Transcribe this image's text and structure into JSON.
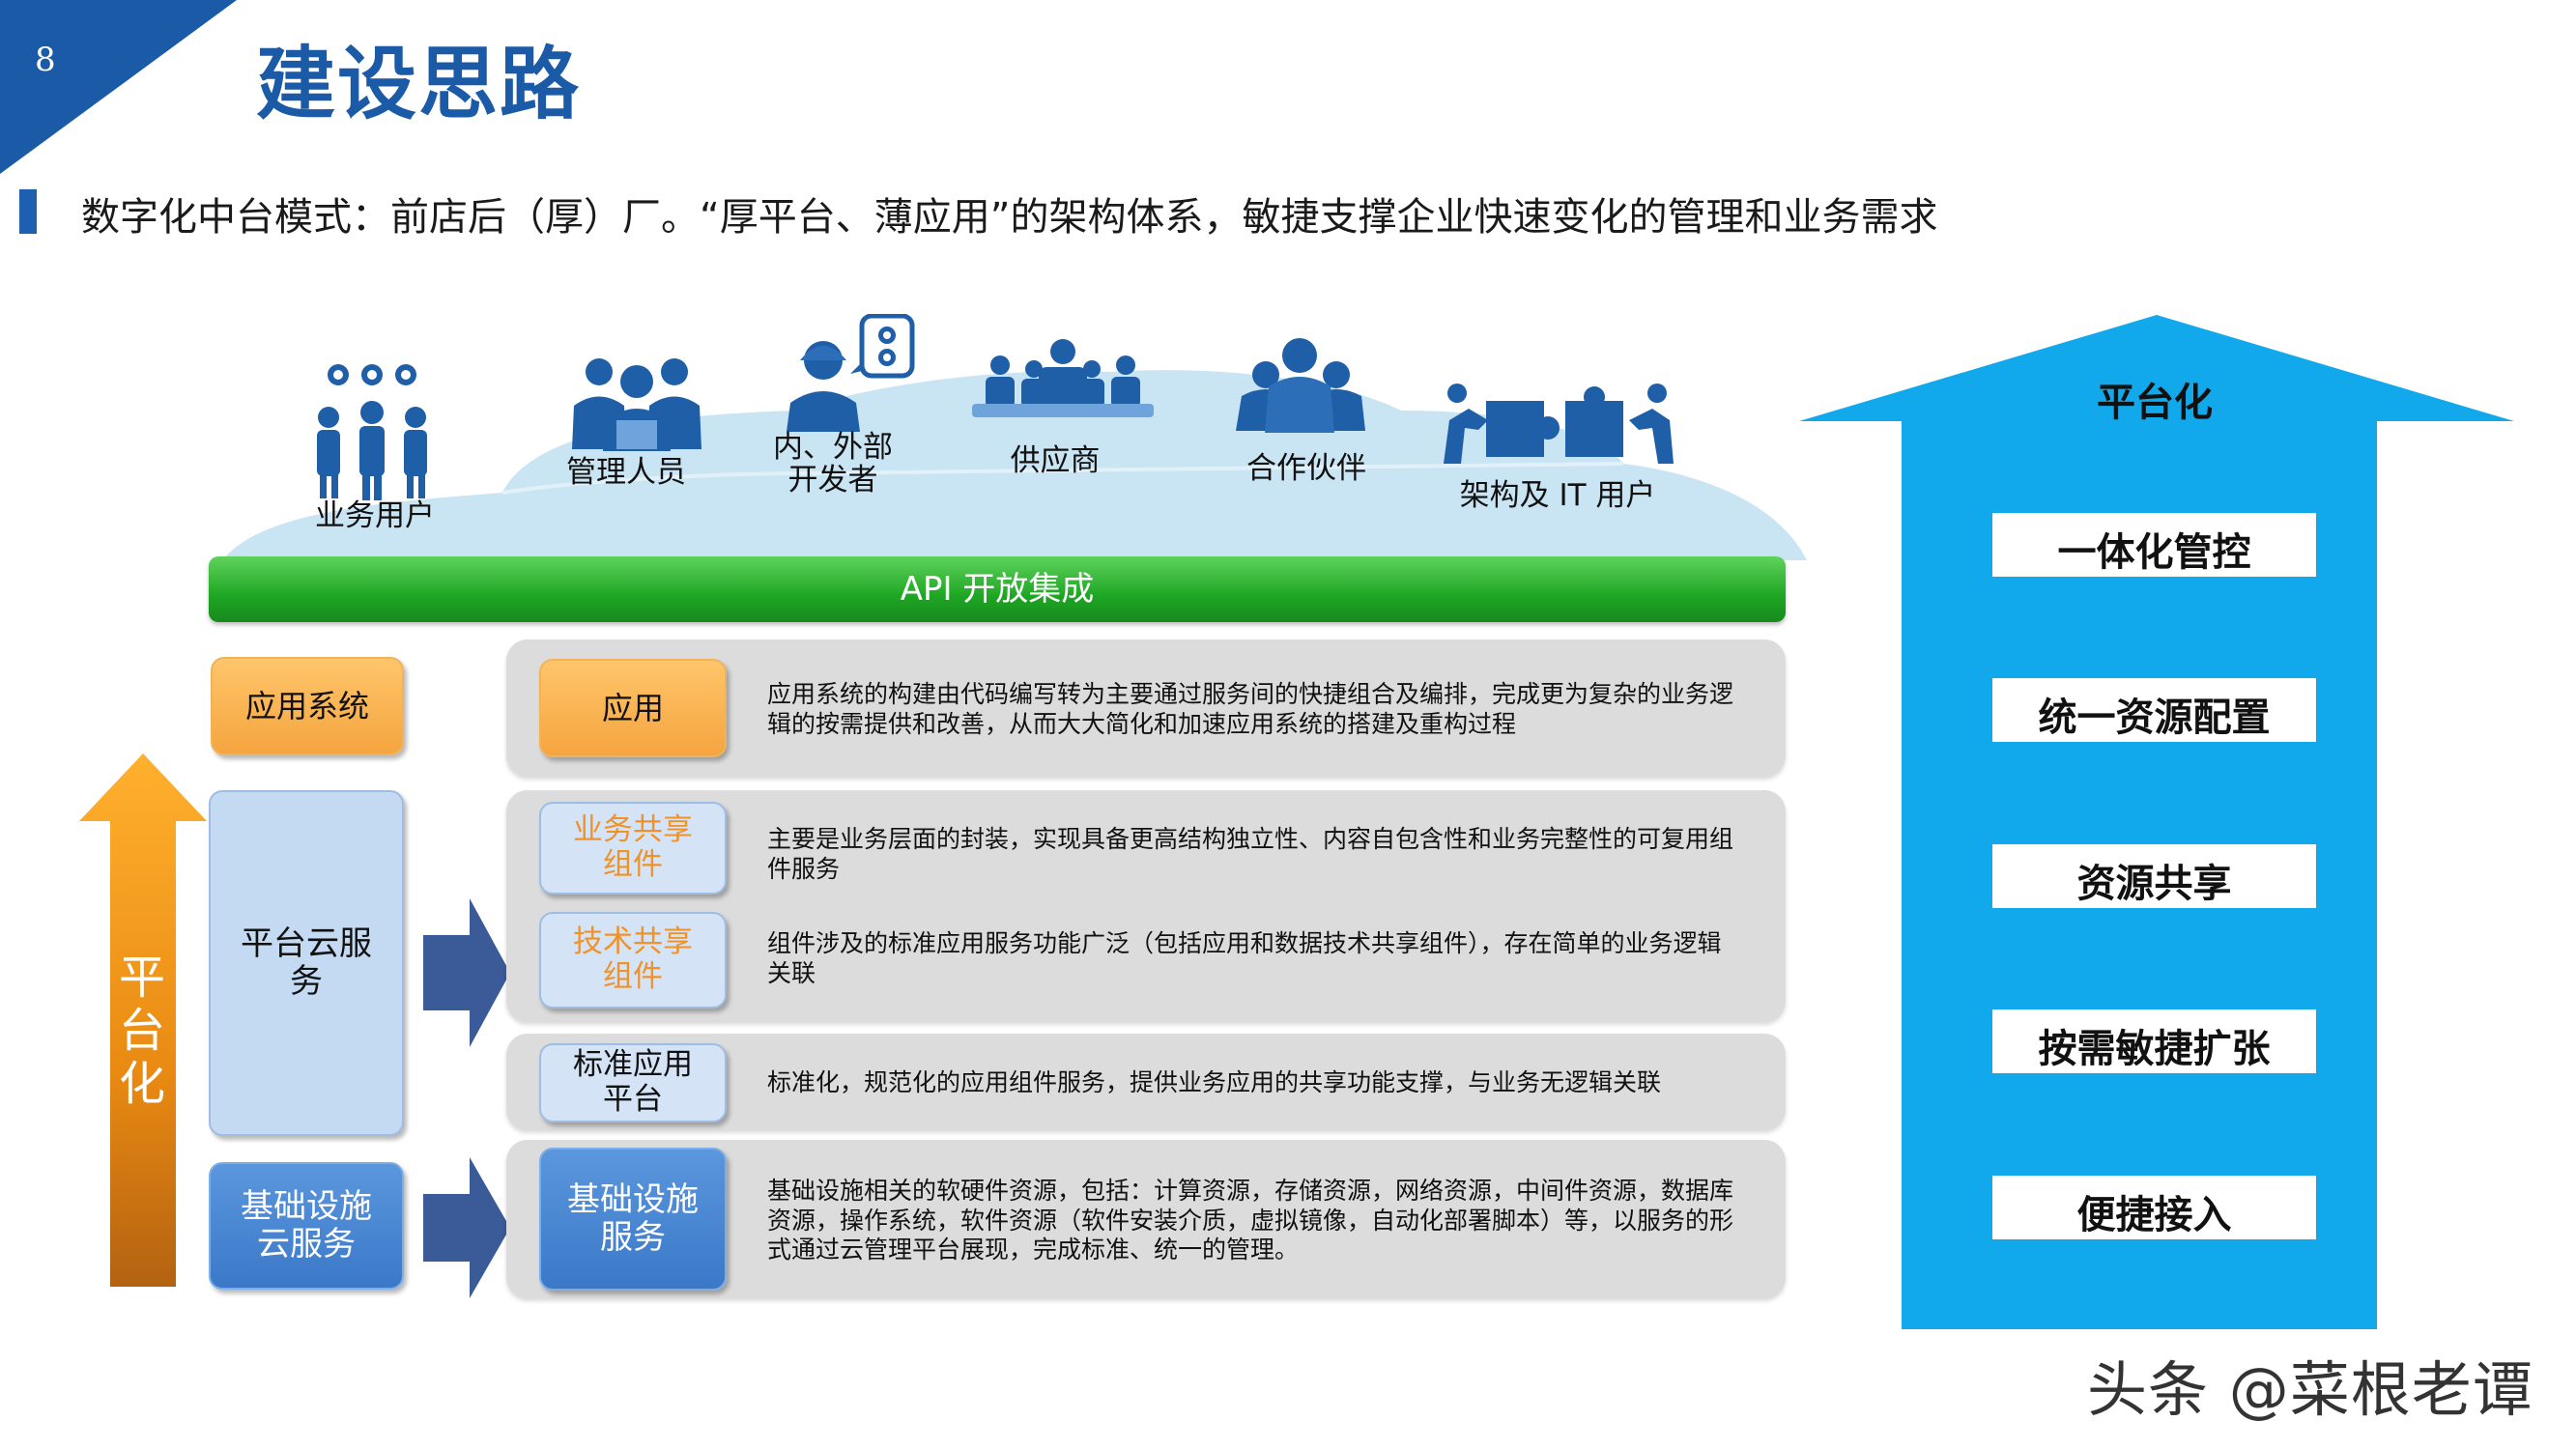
{
  "header": {
    "page_number": "8",
    "title": "建设思路"
  },
  "subtitle": "数字化中台模式：前店后（厚）厂。“厚平台、薄应用”的架构体系，敏捷支撑企业快速变化的管理和业务需求",
  "stakeholders": [
    {
      "label": "业务用户",
      "icon": "business-users-icon"
    },
    {
      "label": "管理人员",
      "icon": "managers-icon"
    },
    {
      "label_line1": "内、外部",
      "label_line2": "开发者",
      "icon": "developer-icon"
    },
    {
      "label": "供应商",
      "icon": "suppliers-icon"
    },
    {
      "label": "合作伙伴",
      "icon": "partners-icon"
    },
    {
      "label": "架构及 IT 用户",
      "icon": "puzzle-it-icon"
    }
  ],
  "api_bar": "API 开放集成",
  "left_arrow_label": "平台化",
  "left_boxes": {
    "app_system": "应用系统",
    "platform_cloud_line1": "平台云服",
    "platform_cloud_line2": "务",
    "infra_cloud_line1": "基础设施",
    "infra_cloud_line2": "云服务"
  },
  "rows": [
    {
      "box": "应用",
      "desc": "应用系统的构建由代码编写转为主要通过服务间的快捷组合及编排，完成更为复杂的业务逻辑的按需提供和改善，从而大大简化和加速应用系统的搭建及重构过程"
    },
    {
      "box_line1": "业务共享",
      "box_line2": "组件",
      "desc": "主要是业务层面的封装，实现具备更高结构独立性、内容自包含性和业务完整性的可复用组件服务"
    },
    {
      "box_line1": "技术共享",
      "box_line2": "组件",
      "desc": "组件涉及的标准应用服务功能广泛（包括应用和数据技术共享组件），存在简单的业务逻辑关联"
    },
    {
      "box_line1": "标准应用",
      "box_line2": "平台",
      "desc": "标准化，规范化的应用组件服务，提供业务应用的共享功能支撑，与业务无逻辑关联"
    },
    {
      "box_line1": "基础设施",
      "box_line2": "服务",
      "desc": "基础设施相关的软硬件资源，包括：计算资源，存储资源，网络资源，中间件资源，数据库资源，操作系统，软件资源（软件安装介质，虚拟镜像，自动化部署脚本）等，以服务的形式通过云管理平台展现，完成标准、统一的管理。"
    }
  ],
  "right_arrow": {
    "title": "平台化",
    "items": [
      "一体化管控",
      "统一资源配置",
      "资源共享",
      "按需敏捷扩张",
      "便捷接入"
    ]
  },
  "watermark": "头条 @菜根老谭",
  "colors": {
    "brand_blue": "#1b5aa6",
    "api_green": "#1fa624",
    "orange": "#f5a540",
    "right_arrow_blue": "#12a9ec",
    "panel_gray": "#dcdcdc"
  }
}
